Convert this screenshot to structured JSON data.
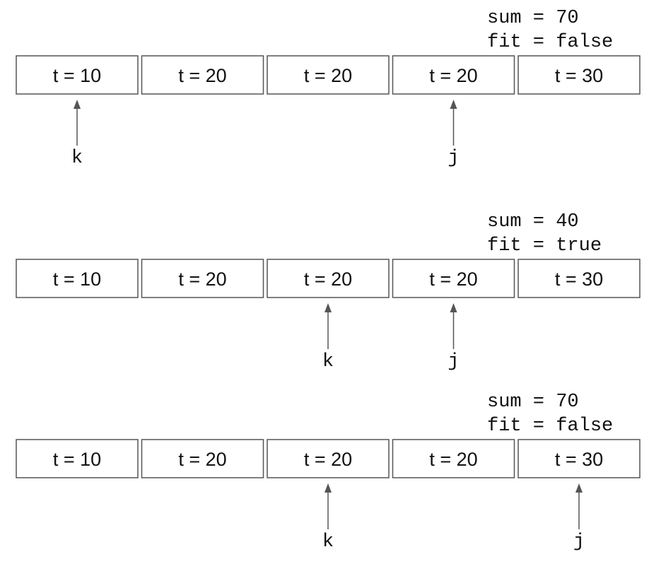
{
  "rows": [
    {
      "status": {
        "sum": "sum = 70",
        "fit": "fit = false"
      },
      "cells": [
        "t = 10",
        "t = 20",
        "t = 20",
        "t = 20",
        "t = 30"
      ],
      "pointers": [
        {
          "label": "k",
          "cell": 0
        },
        {
          "label": "j",
          "cell": 3
        }
      ]
    },
    {
      "status": {
        "sum": "sum = 40",
        "fit": "fit = true"
      },
      "cells": [
        "t = 10",
        "t = 20",
        "t = 20",
        "t = 20",
        "t = 30"
      ],
      "pointers": [
        {
          "label": "k",
          "cell": 2
        },
        {
          "label": "j",
          "cell": 3
        }
      ]
    },
    {
      "status": {
        "sum": "sum = 70",
        "fit": "fit = false"
      },
      "cells": [
        "t = 10",
        "t = 20",
        "t = 20",
        "t = 20",
        "t = 30"
      ],
      "pointers": [
        {
          "label": "k",
          "cell": 2
        },
        {
          "label": "j",
          "cell": 4
        }
      ]
    }
  ]
}
